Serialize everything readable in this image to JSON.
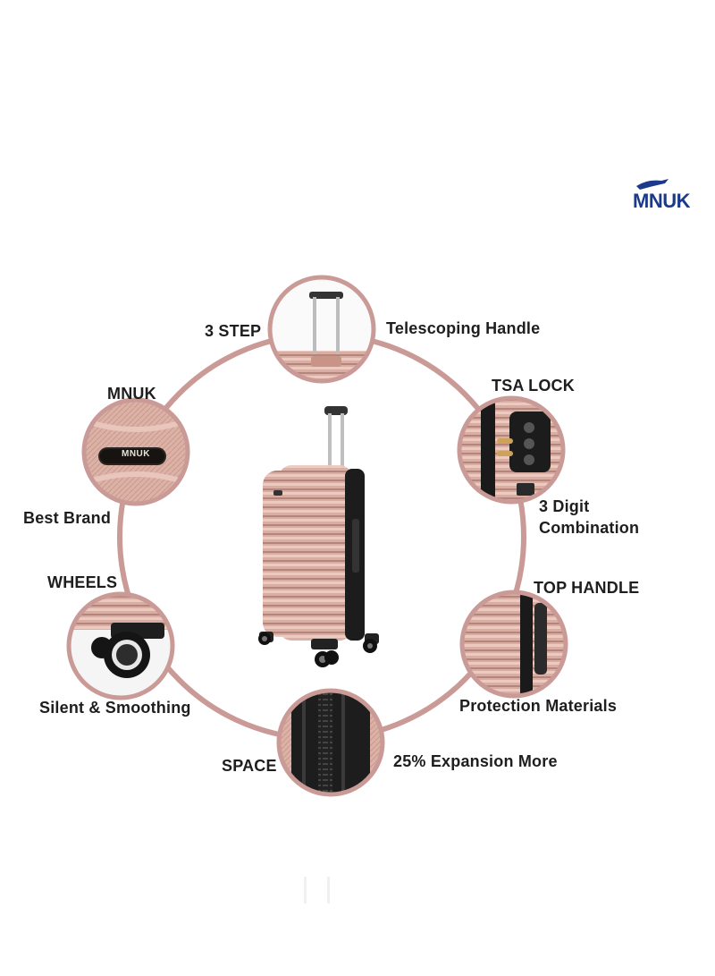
{
  "brand": {
    "logo_text": "MNUK",
    "logo_color": "#1b3a8c",
    "ring_color": "#c99a96",
    "suitcase_color": "#d4a79c"
  },
  "callouts": {
    "handle": {
      "label_left": "3 STEP",
      "label_right": "Telescoping Handle",
      "icon": "telescoping-handle-closeup"
    },
    "lock": {
      "label_top": "TSA LOCK",
      "label_bottom": "3 Digit\nCombination",
      "label_bottom_line1": "3 Digit",
      "label_bottom_line2": "Combination",
      "icon": "combination-lock-closeup"
    },
    "brand_badge": {
      "label_top": "MNUK",
      "label_bottom": "Best Brand",
      "badge_text": "MNUK",
      "icon": "brand-badge-closeup"
    },
    "wheels": {
      "label_top": "WHEELS",
      "label_bottom": "Silent & Smoothing",
      "icon": "spinner-wheel-closeup"
    },
    "top_handle": {
      "label_top": "TOP HANDLE",
      "label_bottom": "Protection Materials",
      "icon": "top-handle-closeup"
    },
    "space": {
      "label_left": "SPACE",
      "label_right": "25% Expansion More",
      "icon": "expansion-zipper-closeup"
    }
  }
}
